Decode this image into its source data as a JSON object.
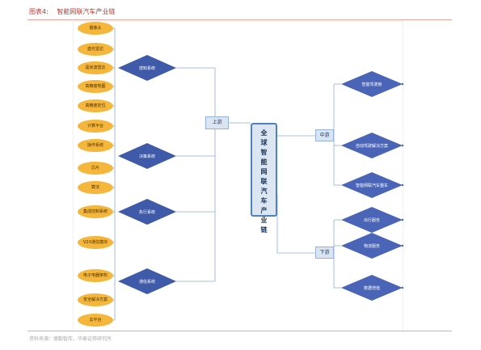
{
  "header": {
    "figure_no": "图表4:",
    "title": "智能网联汽车产业链"
  },
  "center": {
    "label": "全球智能网联汽车产业链",
    "chars": [
      "全",
      "球",
      "智",
      "能",
      "网",
      "联",
      "汽",
      "车",
      "产",
      "业",
      "链"
    ]
  },
  "upstream": {
    "label": "上游",
    "groups": [
      {
        "name": "感知系统",
        "items": [
          "摄像头",
          "激光雷达",
          "毫米波雷达",
          "高精度地图",
          "高精度定位"
        ]
      },
      {
        "name": "决策系统",
        "items": [
          "计算平台",
          "操作系统",
          "芯片",
          "算法"
        ]
      },
      {
        "name": "执行系统",
        "items": [
          "集成控制系统"
        ]
      },
      {
        "name": "通信系统",
        "items": [
          "V2X通信模块",
          "电子电器架构",
          "安全解决方案",
          "云平台"
        ]
      }
    ]
  },
  "midstream": {
    "label": "中游",
    "items": [
      "智能驾驶舱",
      "自动驾驶解决方案",
      "智能网联汽车整车"
    ]
  },
  "downstream": {
    "label": "下游",
    "items": [
      "出行服务",
      "物流服务",
      "数据增值"
    ]
  },
  "footer": {
    "source": "资料来源：德勤智库，华泰证券研究所"
  },
  "colors": {
    "diamond": "#3f5aa8",
    "diamond_light": "#4a65b8",
    "oval": "#f5b73b",
    "center_border": "#4f81bd",
    "header_red": "#c0392b"
  }
}
